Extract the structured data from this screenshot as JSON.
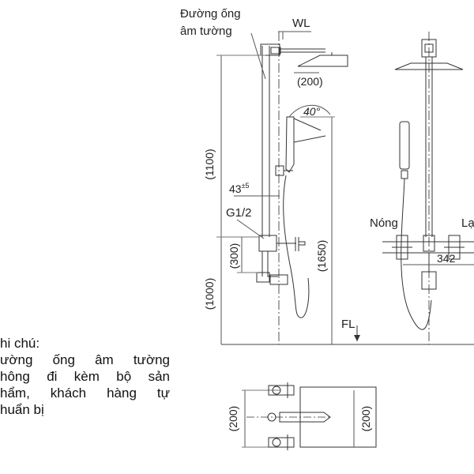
{
  "labels": {
    "wall_pipe": [
      "Đường ống",
      "âm tường"
    ],
    "wl": "WL",
    "fl": "FL",
    "hot": "Nóng",
    "cold": "Lạ",
    "angle": "40°",
    "g12": "G1/2",
    "offset": "43",
    "offset_tol": "±5"
  },
  "dimensions": {
    "shower_head": "(200)",
    "rail_height": "(1100)",
    "valve_offset": "(300)",
    "floor_to_valve": "(1000)",
    "total_height": "(1650)",
    "valve_spacing": "342",
    "plan_left": "(200)",
    "plan_right": "(200)"
  },
  "note": {
    "title": "hi chú:",
    "lines": [
      "ường ống âm tường",
      "hông đi kèm bộ sản",
      "hẩm, khách hàng tự",
      "huẩn bị"
    ]
  }
}
